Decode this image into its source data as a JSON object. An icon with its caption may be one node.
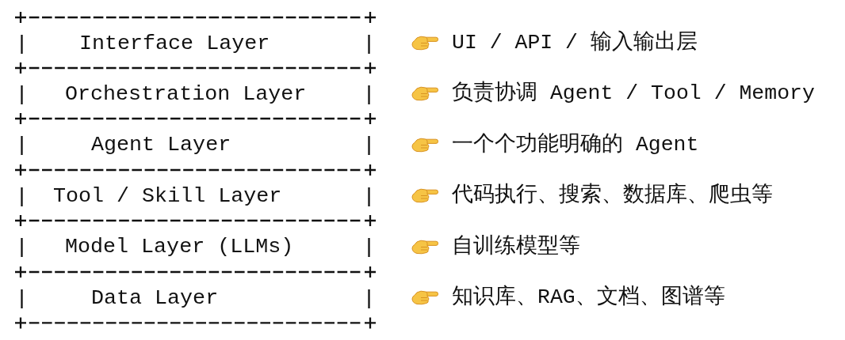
{
  "diagram": {
    "nodes": [
      {
        "text": [
          "Interface Layer"
        ],
        "beside": [
          "UI / API / 输入输出层"
        ]
      },
      {
        "text": [
          "Orchestration Layer"
        ],
        "beside": [
          "负责协调 Agent / Tool / Memory"
        ]
      },
      {
        "text": [
          "Agent Layer"
        ],
        "beside": [
          "一个个功能明确的 Agent"
        ]
      },
      {
        "text": [
          "Tool / Skill Layer"
        ],
        "beside": [
          "代码执行、搜索、数据库、爬虫等"
        ]
      },
      {
        "text": [
          "Model Layer (LLMs)"
        ],
        "beside": [
          "自训练模型等"
        ]
      },
      {
        "text": [
          "Data Layer"
        ],
        "beside": [
          "知识库、RAG、文档、图谱等"
        ]
      }
    ]
  }
}
